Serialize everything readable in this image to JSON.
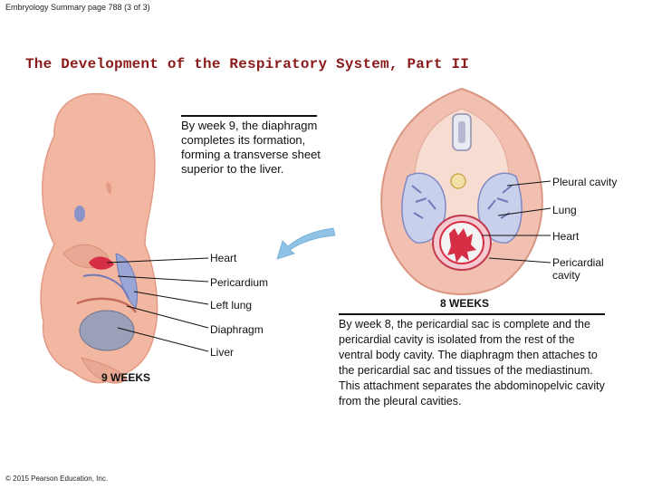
{
  "header": {
    "text": "Embryology Summary page 788 (3 of 3)"
  },
  "title": "The Development of the Respiratory System, Part II",
  "caption_9wk": "By week 9, the diaphragm completes its formation, forming a transverse sheet superior to the liver.",
  "embryo_9wk": {
    "stage_label": "9 WEEKS",
    "labels": {
      "heart": "Heart",
      "pericardium": "Pericardium",
      "left_lung": "Left lung",
      "diaphragm": "Diaphragm",
      "liver": "Liver"
    }
  },
  "section_8wk": {
    "stage_label": "8 WEEKS",
    "labels": {
      "pleural_cavity": "Pleural cavity",
      "lung": "Lung",
      "heart": "Heart",
      "pericardial_cavity": "Pericardial cavity"
    },
    "description": "By week 8, the pericardial sac is complete and the pericardial cavity is isolated from the rest of the ventral body cavity. The diaphragm then attaches to the pericardial sac and tissues of the mediastinum. This attachment separates the abdominopelvic cavity from the pleural cavities."
  },
  "copyright": "© 2015 Pearson Education, Inc.",
  "colors": {
    "title": "#8b1a1a",
    "skin": "#f2b7a0",
    "skin_dark": "#e39a84",
    "lung_blue": "#9aa6d6",
    "heart_red": "#d62f45",
    "arrow": "#8ec3e6"
  }
}
